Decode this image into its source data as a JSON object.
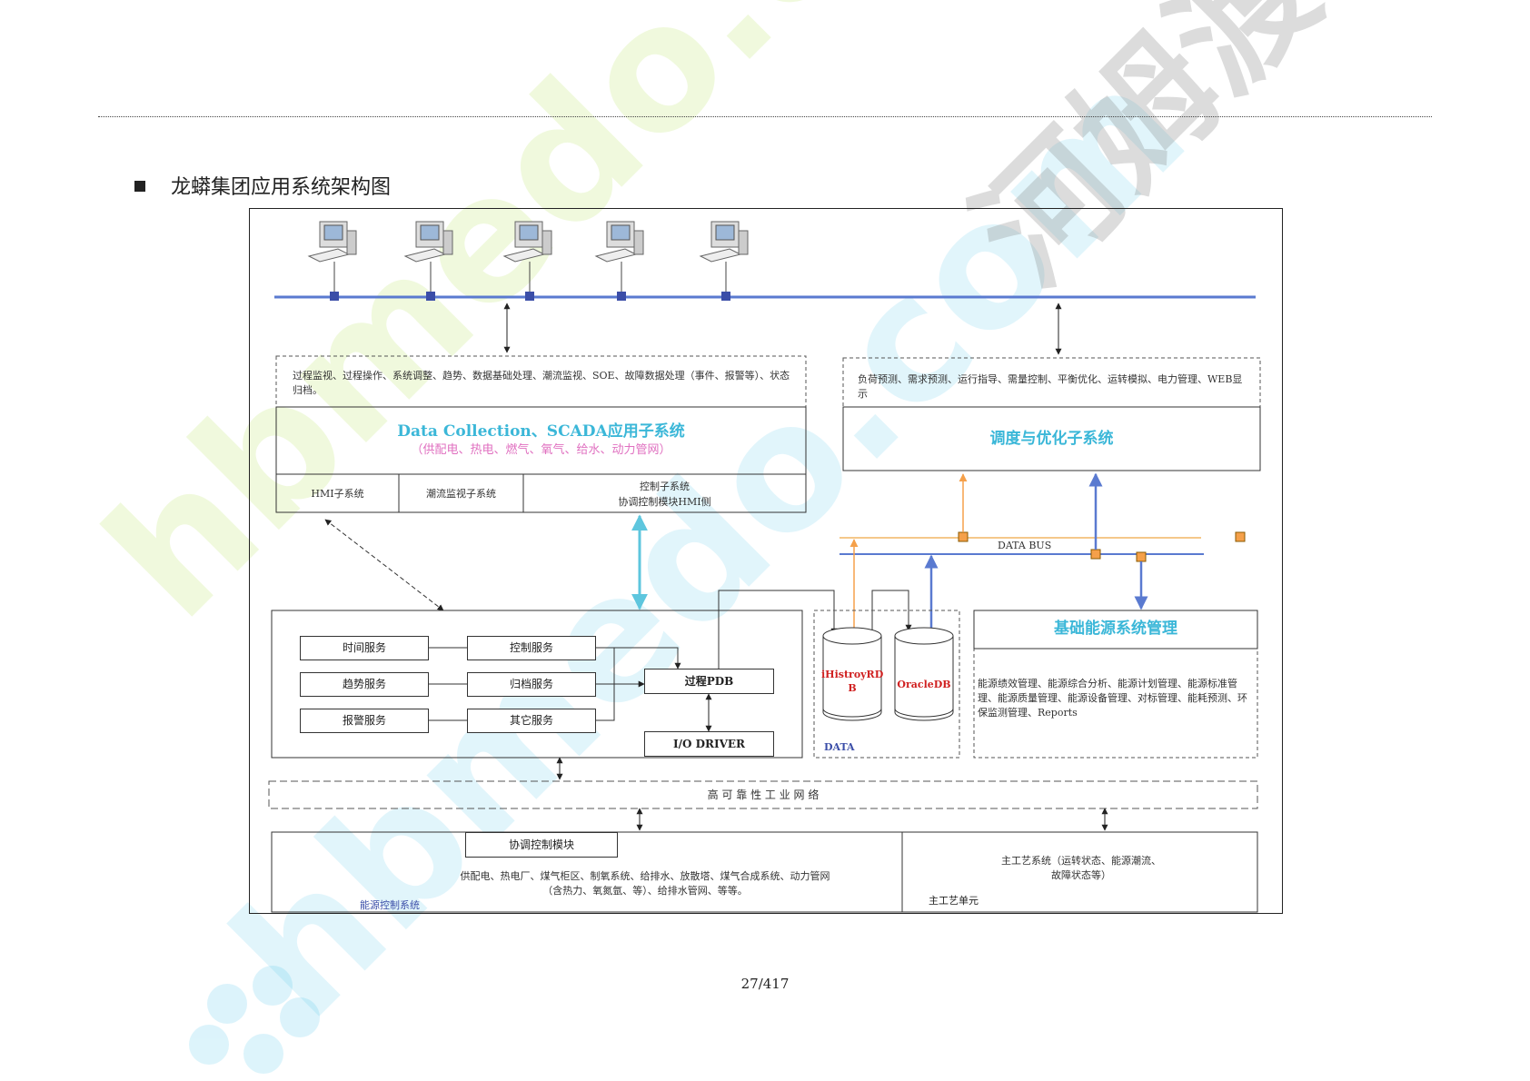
{
  "heading": "龙蟒集团应用系统架构图",
  "top_left": {
    "functions": "过程监视、过程操作、系统调整、趋势、数据基础处理、潮流监视、SOE、故障数据处理（事件、报警等）、状态归档。",
    "title": "Data Collection、SCADA应用子系统",
    "subtitle": "（供配电、热电、燃气、氧气、给水、动力管网）",
    "cells": [
      "HMI子系统",
      "潮流监视子系统",
      "控制子系统",
      "协调控制模块HMI侧"
    ]
  },
  "top_right": {
    "functions": "负荷预测、需求预测、运行指导、需量控制、平衡优化、运转模拟、电力管理、WEB显示",
    "title": "调度与优化子系统"
  },
  "data_bus": "DATA BUS",
  "services": {
    "left": [
      "时间服务",
      "趋势服务",
      "报警服务"
    ],
    "right": [
      "控制服务",
      "归档服务",
      "其它服务"
    ],
    "pdb": "过程PDB",
    "driver": "I/O  DRIVER"
  },
  "data_group": {
    "db1": [
      "iHistroyRD",
      "B"
    ],
    "db2": "OracleDB",
    "label": "DATA"
  },
  "energy": {
    "title": "基础能源系统管理",
    "functions": "能源绩效管理、能源综合分析、能源计划管理、能源标准管理、能源质量管理、能源设备管理、对标管理、能耗预测、环保监测管理、Reports"
  },
  "network": "高  可  靠  性  工  业  网  络",
  "bottom_left": {
    "module": "协调控制模块",
    "desc": [
      "供配电、热电厂、煤气柜区、制氧系统、给排水、放散塔、煤气合成系统、动力管网",
      "（含热力、氧氮氩、等）、给排水管网、等等。"
    ],
    "label": "能源控制系统"
  },
  "bottom_right": {
    "desc": [
      "主工艺系统（运转状态、能源潮流、",
      "故障状态等）"
    ],
    "label": "主工艺单元"
  },
  "watermark": [
    "hbmedo.com",
    "河姆渡"
  ],
  "page_number": "27/417",
  "colors": {
    "bus_blue": "#5a7ad0",
    "cyan": "#5ec6de",
    "orange": "#f5a04a",
    "pink": "#e070c0",
    "db_red": "#d02020",
    "title_cyan": "#3bb7d8"
  }
}
